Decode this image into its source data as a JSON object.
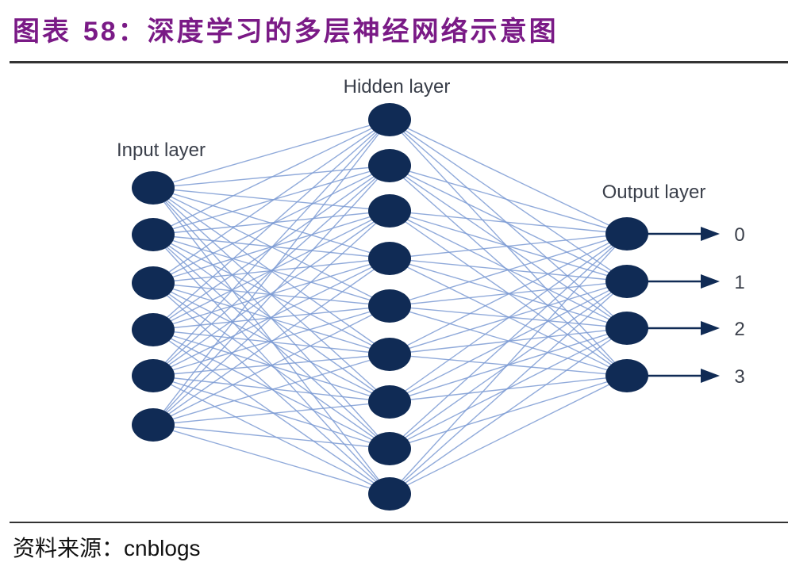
{
  "title": {
    "prefix": "图表",
    "number": "58",
    "text": "：深度学习的多层神经网络示意图"
  },
  "source": {
    "label": "资料来源：",
    "value": "cnblogs"
  },
  "diagram": {
    "layers": [
      {
        "label": "Input layer",
        "nodes": 6
      },
      {
        "label": "Hidden layer",
        "nodes": 9
      },
      {
        "label": "Output layer",
        "nodes": 4
      }
    ],
    "outputs": [
      "0",
      "1",
      "2",
      "3"
    ],
    "colors": {
      "node": "#102b55",
      "edge": "#7d9bd3",
      "title": "#7a1a86"
    }
  }
}
